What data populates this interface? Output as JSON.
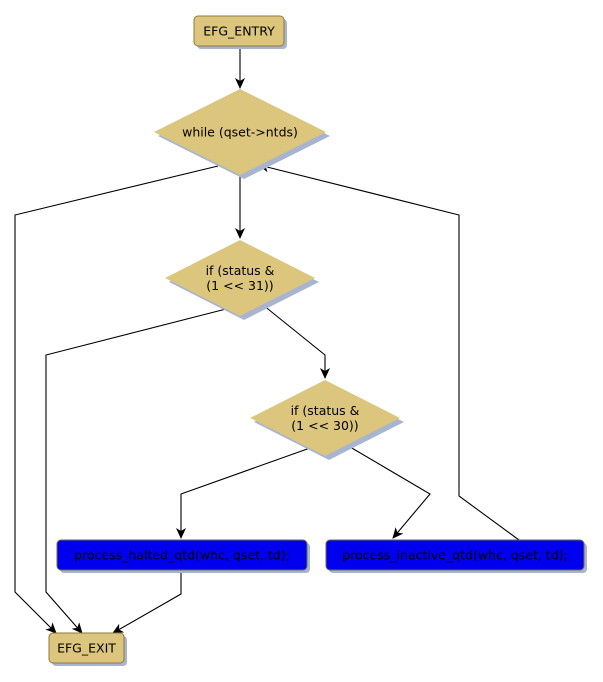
{
  "diagram": {
    "type": "flowchart",
    "colors": {
      "decision_fill": "#dcc67e",
      "terminal_fill": "#dcc67e",
      "node_border": "#8f7a3a",
      "action_fill": "#0000ee",
      "action_border": "#6b6b40",
      "shadow": "#a8b4d0",
      "edge": "#000000"
    },
    "nodes": [
      {
        "id": "entry",
        "kind": "terminal",
        "lines": [
          "EFG_ENTRY"
        ]
      },
      {
        "id": "while",
        "kind": "decision",
        "lines": [
          "while (qset->ntds)"
        ]
      },
      {
        "id": "if31",
        "kind": "decision",
        "lines": [
          "if (status &",
          "(1 << 31))"
        ]
      },
      {
        "id": "if30",
        "kind": "decision",
        "lines": [
          "if (status &",
          "(1 << 30))"
        ]
      },
      {
        "id": "halted",
        "kind": "action",
        "lines": [
          "process_halted_qtd(whc, qset, td);"
        ]
      },
      {
        "id": "inactive",
        "kind": "action",
        "lines": [
          "process_inactive_qtd(whc, qset, td);"
        ]
      },
      {
        "id": "exit",
        "kind": "terminal",
        "lines": [
          "EFG_EXIT"
        ]
      }
    ],
    "edges": [
      {
        "from": "entry",
        "to": "while"
      },
      {
        "from": "while",
        "to": "if31"
      },
      {
        "from": "while",
        "to": "exit"
      },
      {
        "from": "if31",
        "to": "exit"
      },
      {
        "from": "if31",
        "to": "if30"
      },
      {
        "from": "if30",
        "to": "halted"
      },
      {
        "from": "if30",
        "to": "inactive"
      },
      {
        "from": "halted",
        "to": "exit"
      },
      {
        "from": "inactive",
        "to": "while"
      }
    ]
  }
}
